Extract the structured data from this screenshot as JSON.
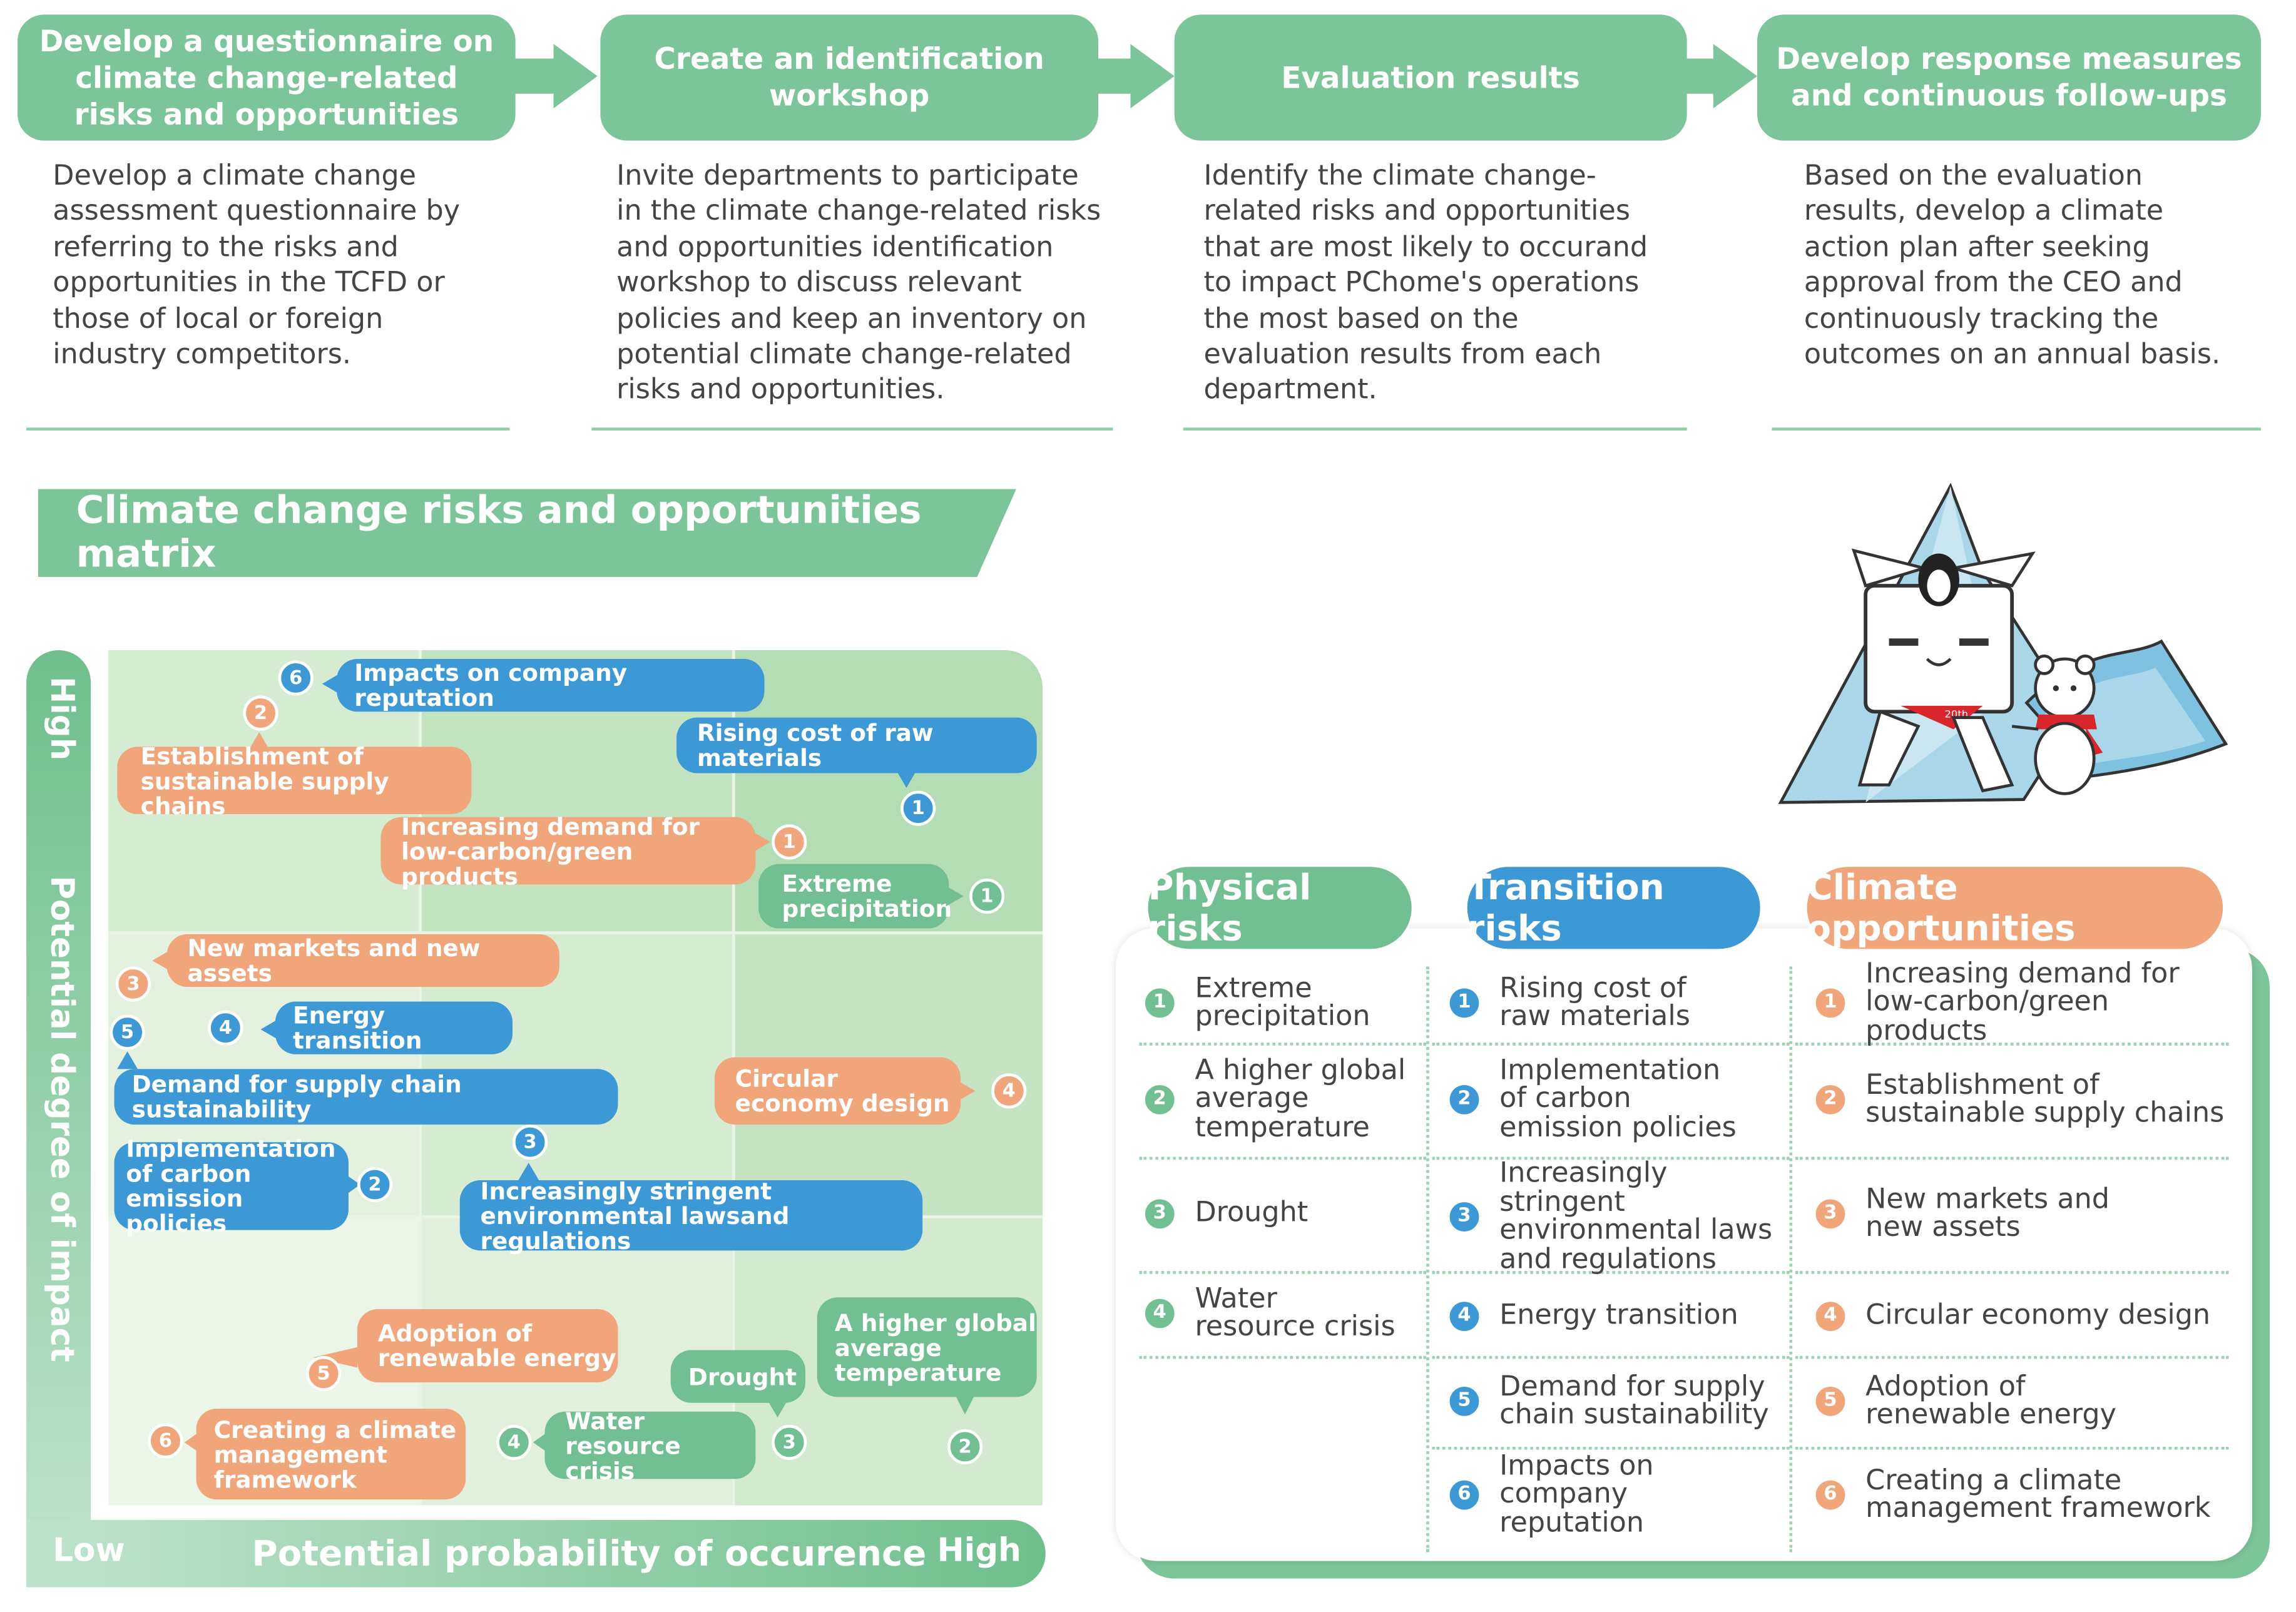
{
  "process": {
    "steps": [
      {
        "title": "Develop a questionnaire on climate change-related risks and opportunities",
        "description": "Develop a climate change assessment questionnaire by referring to the risks and opportunities in the TCFD or those of local or foreign industry competitors."
      },
      {
        "title": "Create an identification workshop",
        "description": "Invite departments to participate in the climate change-related risks and opportunities identification workshop to discuss relevant policies and keep an inventory on potential climate change-related risks and opportunities."
      },
      {
        "title": "Evaluation results",
        "description": "Identify the climate change-related risks and opportunities that are most likely to occurand to impact PChome's operations the most based on the evaluation results from each department."
      },
      {
        "title": "Develop response measures and continuous follow-ups",
        "description": "Based on the evaluation results, develop a climate action plan after seeking approval from the CEO and continuously tracking the outcomes on an annual basis."
      }
    ]
  },
  "matrix": {
    "title": "Climate change risks and opportunities matrix",
    "y_axis": {
      "label": "Potential degree of impact",
      "high": "High"
    },
    "x_axis": {
      "label": "Potential probability of occurence",
      "low": "Low",
      "high": "High"
    },
    "items": [
      {
        "label": "Impacts on company reputation",
        "category": "transition",
        "number": "6"
      },
      {
        "label": "Establishment of sustainable supply chains",
        "category": "opportunity",
        "number": "2"
      },
      {
        "label": "Rising cost of raw materials",
        "category": "transition",
        "number": "1"
      },
      {
        "label": "Increasing demand for low-carbon/green products",
        "category": "opportunity",
        "number": "1"
      },
      {
        "label": "Extreme precipitation",
        "category": "physical",
        "number": "1"
      },
      {
        "label": "New markets and new assets",
        "category": "opportunity",
        "number": "3"
      },
      {
        "label": "Energy transition",
        "category": "transition",
        "number": "4"
      },
      {
        "label": "Demand for supply chain sustainability",
        "category": "transition",
        "number": "5"
      },
      {
        "label": "Circular economy design",
        "category": "opportunity",
        "number": "4"
      },
      {
        "label": "Implementation of carbon emission policies",
        "category": "transition",
        "number": "2"
      },
      {
        "label": "Increasingly stringent environmental lawsand regulations",
        "category": "transition",
        "number": "3"
      },
      {
        "label": "Adoption of renewable energy",
        "category": "opportunity",
        "number": "5"
      },
      {
        "label": "Drought",
        "category": "physical",
        "number": "3"
      },
      {
        "label": "A higher global average temperature",
        "category": "physical",
        "number": "2"
      },
      {
        "label": "Creating a climate management framework",
        "category": "opportunity",
        "number": "6"
      },
      {
        "label": "Water resource crisis",
        "category": "physical",
        "number": "4"
      }
    ]
  },
  "legend": {
    "physical": {
      "title": "Physical risks",
      "items": [
        {
          "n": "1",
          "text": "Extreme precipitation"
        },
        {
          "n": "2",
          "text": "A higher global average temperature"
        },
        {
          "n": "3",
          "text": "Drought"
        },
        {
          "n": "4",
          "text": "Water resource crisis"
        }
      ]
    },
    "transition": {
      "title": "Transition risks",
      "items": [
        {
          "n": "1",
          "text": "Rising cost of raw materials"
        },
        {
          "n": "2",
          "text": "Implementation of carbon emission policies"
        },
        {
          "n": "3",
          "text": "Increasingly stringent environmental laws and regulations"
        },
        {
          "n": "4",
          "text": "Energy transition"
        },
        {
          "n": "5",
          "text": "Demand for supply chain sustainability"
        },
        {
          "n": "6",
          "text": "Impacts on company reputation"
        }
      ]
    },
    "opportunity": {
      "title": "Climate opportunities",
      "items": [
        {
          "n": "1",
          "text": "Increasing demand for low-carbon/green products"
        },
        {
          "n": "2",
          "text": "Establishment of sustainable supply chains"
        },
        {
          "n": "3",
          "text": "New markets and new assets"
        },
        {
          "n": "4",
          "text": "Circular economy design"
        },
        {
          "n": "5",
          "text": "Adoption of renewable energy"
        },
        {
          "n": "6",
          "text": "Creating a climate management framework"
        }
      ]
    }
  },
  "colors": {
    "brand_green": "#7cc499",
    "physical": "#73bf94",
    "transition": "#3d98d6",
    "opportunity": "#f0a57a"
  },
  "illustration": {
    "mascot_badge": "20th"
  }
}
